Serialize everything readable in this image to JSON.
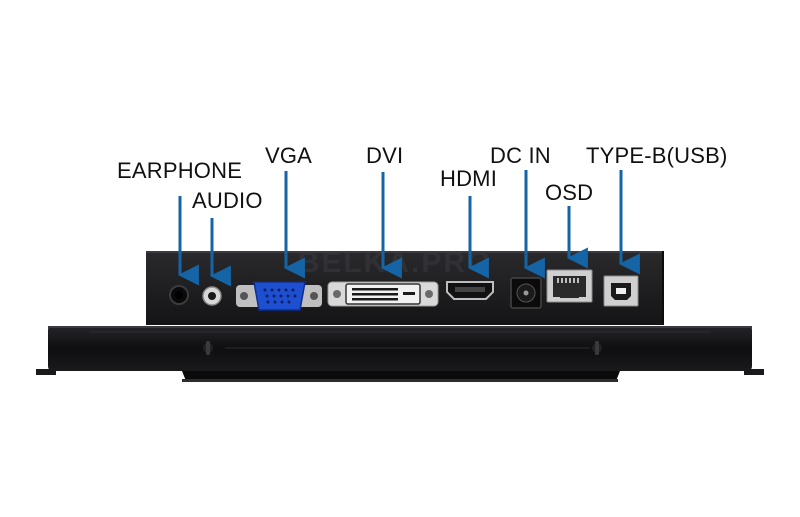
{
  "labels": {
    "earphone": "EARPHONE",
    "audio": "AUDIO",
    "vga": "VGA",
    "dvi": "DVI",
    "hdmi": "HDMI",
    "dc_in": "DC IN",
    "osd": "OSD",
    "type_b": "TYPE-B(USB)"
  },
  "watermark": "BELKA.PRO",
  "colors": {
    "arrow": "#1565a6",
    "chassis": "#1b1b1d",
    "bezel": "#111113",
    "vga_port": "#1f4fd1",
    "label_text": "#111111"
  }
}
